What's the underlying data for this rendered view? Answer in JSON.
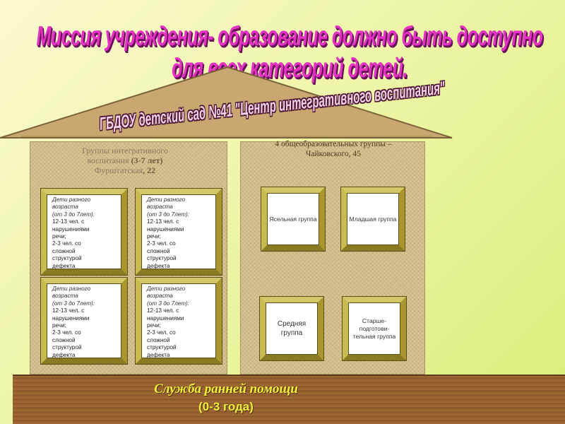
{
  "mission": "Миссия учреждения- образование должно быть доступно для всех категорий детей.",
  "roof_title": "ГБДОУ детский сад №41 \"Центр интегративного воспитания\"",
  "left_wing": {
    "title_line1": "Группы интегративного",
    "title_line2": "воспитания",
    "title_age": "(3-7 лет)",
    "title_address": "Фурштатская",
    "title_number": ", 22"
  },
  "right_wing": {
    "title_line1": "4 общеобразовательных группы –",
    "title_line2": "Чайковского, 45"
  },
  "integration_box": {
    "line1": "Дети разного",
    "line2": "возраста",
    "line3": "(от 3 до 7лет):",
    "line4": "12-13 чел. с",
    "line5": "нарушениями",
    "line6": "речи;",
    "line7": "2-3 чел. со",
    "line8": "сложной",
    "line9": "структурой",
    "line10": "дефекта"
  },
  "groups": {
    "nursery": "Ясельная группа",
    "junior": "Младшая группа",
    "middle": "Средняя группа",
    "senior": "Старше-подготови-тельная группа"
  },
  "base": {
    "title": "Служба ранней помощи",
    "subtitle": "(0-3 года)"
  },
  "colors": {
    "mission": "#e233c3",
    "roof": "#c9a770",
    "base_text": "#f2ef3a"
  }
}
